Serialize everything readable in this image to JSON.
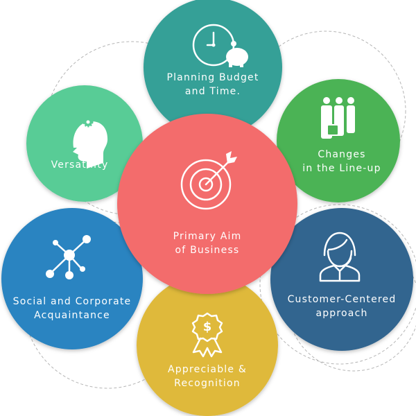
{
  "center": {
    "line1": "Primary Aim",
    "line2": "of Business",
    "color": "#f36c6c",
    "icon": "target-icon"
  },
  "nodes": {
    "planning": {
      "line1": "Planning Budget",
      "line2": "and Time.",
      "color": "#34a097",
      "icon": "clock-piggybank-icon"
    },
    "versatility": {
      "line1": "Versatility",
      "color": "#58cc96",
      "icon": "head-gear-icon"
    },
    "changes": {
      "line1": "Changes",
      "line2": "in the Line-up",
      "color": "#4bb354",
      "icon": "people-luggage-icon"
    },
    "social": {
      "line1": "Social and Corporate",
      "line2": "Acquaintance",
      "color": "#2b84c1",
      "icon": "network-icon"
    },
    "customer": {
      "line1": "Customer-Centered",
      "line2": "approach",
      "color": "#33658f",
      "icon": "headset-agent-icon"
    },
    "recognition": {
      "line1": "Appreciable &",
      "line2": "Recognition",
      "color": "#dfb93b",
      "icon": "dollar-badge-icon"
    }
  }
}
